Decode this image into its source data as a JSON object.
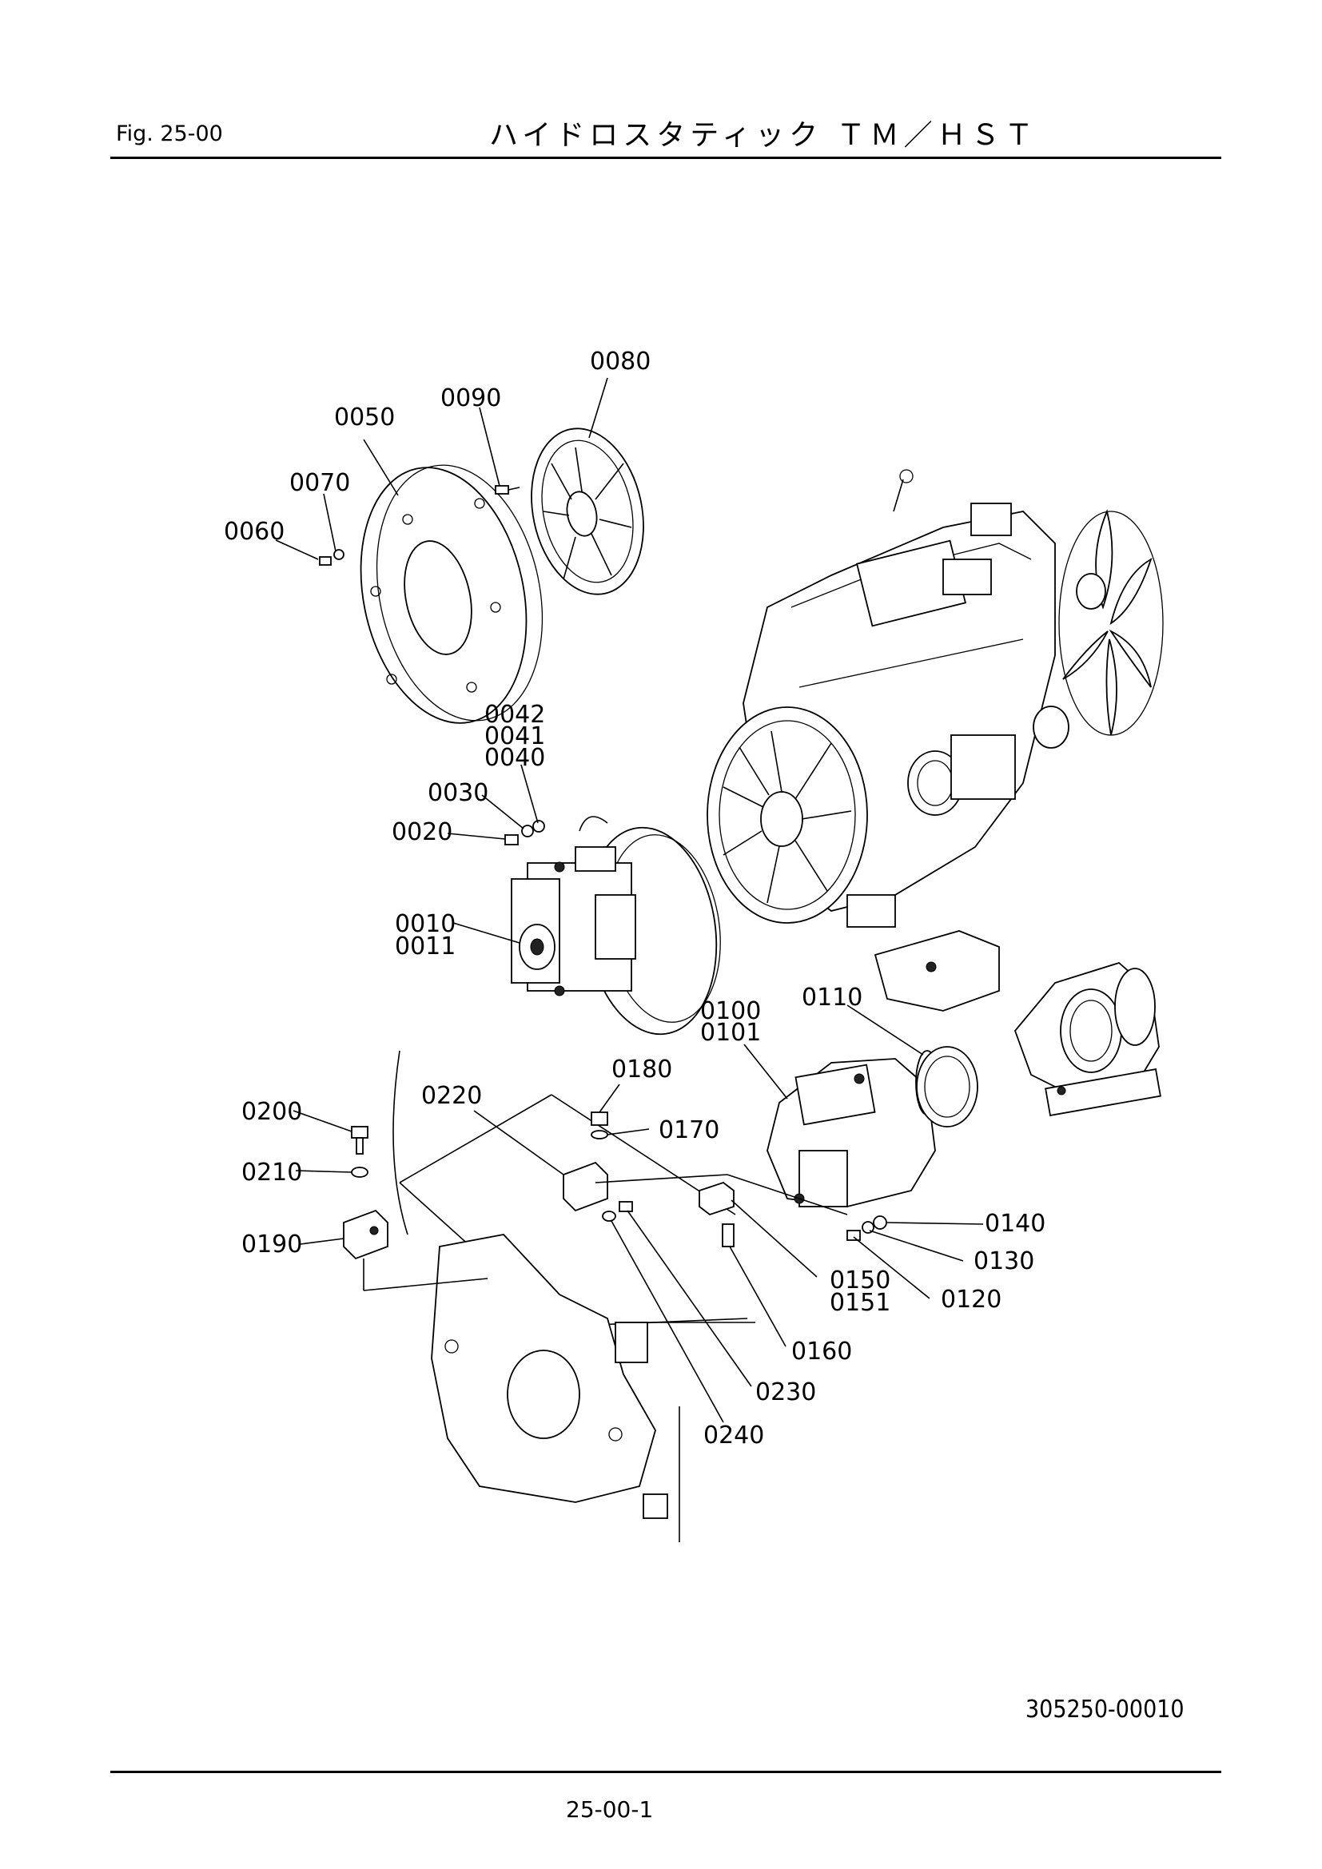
{
  "header": {
    "fig": "Fig.  25-00",
    "title": "ハイドロスタティック ＴＭ／ＨＳＴ"
  },
  "footer": {
    "drawing_number": "305250-00010",
    "page_number": "25-00-1"
  },
  "callouts": {
    "c0080": "0080",
    "c0090": "0090",
    "c0050": "0050",
    "c0070": "0070",
    "c0060": "0060",
    "c0042": "0042",
    "c0041": "0041",
    "c0040": "0040",
    "c0030": "0030",
    "c0020": "0020",
    "c0010": "0010",
    "c0011": "0011",
    "c0100": "0100",
    "c0101": "0101",
    "c0110": "0110",
    "c0180": "0180",
    "c0220": "0220",
    "c0170": "0170",
    "c0200": "0200",
    "c0210": "0210",
    "c0190": "0190",
    "c0140": "0140",
    "c0130": "0130",
    "c0120": "0120",
    "c0150": "0150",
    "c0151": "0151",
    "c0160": "0160",
    "c0230": "0230",
    "c0240": "0240"
  }
}
